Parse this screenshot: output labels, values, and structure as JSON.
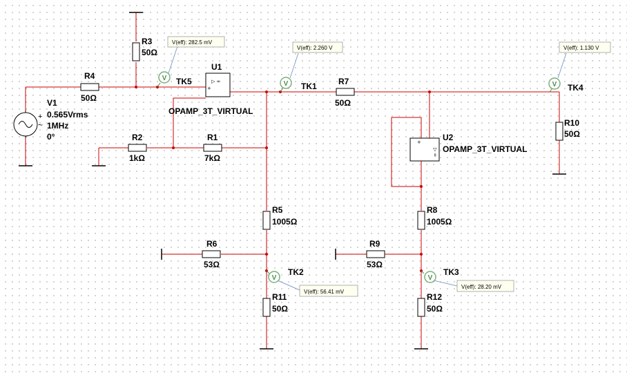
{
  "colors": {
    "wire": "#cc0000",
    "component": "#000000",
    "probe_border": "#7cae7c",
    "probe_letter": "#4f8f4f",
    "tooltip_fill": "#fffff0",
    "tooltip_border": "#9aa09a",
    "leader": "#88a0cc"
  },
  "source": {
    "name": "V1",
    "value": "0.565Vrms",
    "freq": "1MHz",
    "phase": "0°"
  },
  "resistors": {
    "r1": {
      "name": "R1",
      "value": "7kΩ"
    },
    "r2": {
      "name": "R2",
      "value": "1kΩ"
    },
    "r3": {
      "name": "R3",
      "value": "50Ω"
    },
    "r4": {
      "name": "R4",
      "value": "50Ω"
    },
    "r5": {
      "name": "R5",
      "value": "1005Ω"
    },
    "r6": {
      "name": "R6",
      "value": "53Ω"
    },
    "r7": {
      "name": "R7",
      "value": "50Ω"
    },
    "r8": {
      "name": "R8",
      "value": "1005Ω"
    },
    "r9": {
      "name": "R9",
      "value": "53Ω"
    },
    "r10": {
      "name": "R10",
      "value": "50Ω"
    },
    "r11": {
      "name": "R11",
      "value": "50Ω"
    },
    "r12": {
      "name": "R12",
      "value": "50Ω"
    }
  },
  "opamps": {
    "u1": {
      "name": "U1",
      "model": "OPAMP_3T_VIRTUAL"
    },
    "u2": {
      "name": "U2",
      "model": "OPAMP_3T_VIRTUAL"
    }
  },
  "probes": {
    "tk5": {
      "name": "TK5",
      "letter": "V",
      "reading": "V(eff): 282.5 mV"
    },
    "tk1": {
      "name": "TK1",
      "letter": "V",
      "reading": "V(eff): 2.260 V"
    },
    "tk4": {
      "name": "TK4",
      "letter": "V",
      "reading": "V(eff): 1.130 V"
    },
    "tk2": {
      "name": "TK2",
      "letter": "V",
      "reading": "V(eff): 56.41 mV"
    },
    "tk3": {
      "name": "TK3",
      "letter": "V",
      "reading": "V(eff): 28.20 mV"
    }
  },
  "symbols": {
    "plus": "+",
    "tilde": "~",
    "u1_pins": "▷ ∞",
    "u2_pins": "▷ ∞"
  }
}
